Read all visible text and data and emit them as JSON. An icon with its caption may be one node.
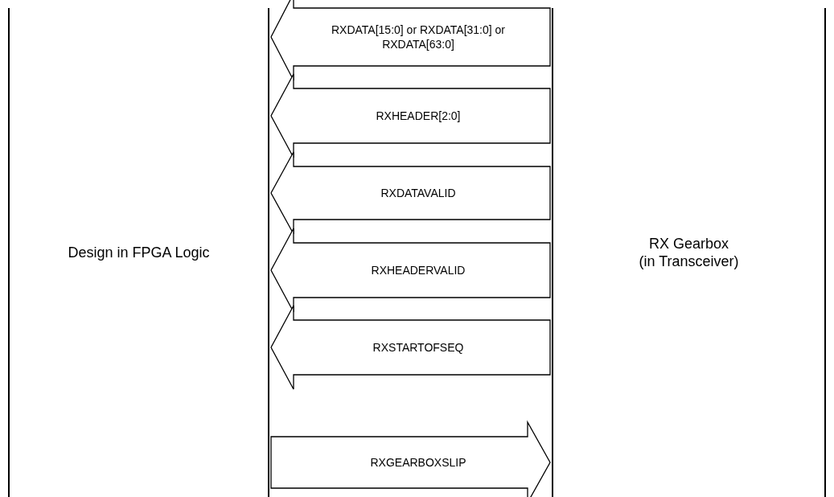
{
  "diagram": {
    "nodes": [
      {
        "text": [
          "Design in FPGA Logic"
        ]
      },
      {
        "text": [
          "RX Gearbox",
          "(in Transceiver)"
        ]
      }
    ],
    "edges": [
      {
        "from": 1,
        "to": 0,
        "arrow": "to",
        "label": "RXDATA[15:0] or RXDATA[31:0] or RXDATA[63:0]"
      },
      {
        "from": 1,
        "to": 0,
        "arrow": "to",
        "label": "RXHEADER[2:0]"
      },
      {
        "from": 1,
        "to": 0,
        "arrow": "to",
        "label": "RXDATAVALID"
      },
      {
        "from": 1,
        "to": 0,
        "arrow": "to",
        "label": "RXHEADERVALID"
      },
      {
        "from": 1,
        "to": 0,
        "arrow": "to",
        "label": "RXSTARTOFSEQ"
      },
      {
        "from": 0,
        "to": 1,
        "arrow": "to",
        "label": "RXGEARBOXSLIP"
      }
    ]
  }
}
